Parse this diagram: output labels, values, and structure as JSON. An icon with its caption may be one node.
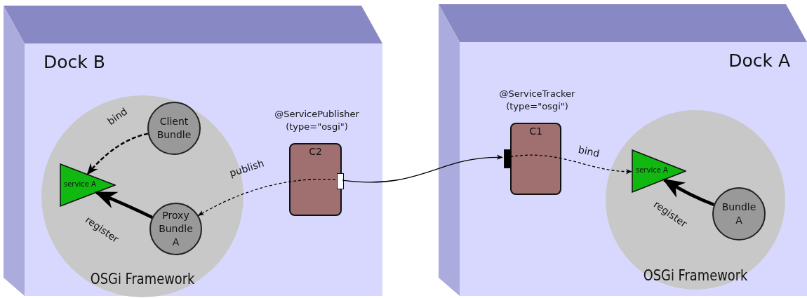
{
  "diagram": {
    "nodes": [
      {
        "text": [
          "Dock B"
        ]
      },
      {
        "text": [
          "OSGi Framework"
        ],
        "in": 0
      },
      {
        "text": [
          "Client Bundle"
        ],
        "in": 1
      },
      {
        "text": [
          "service A"
        ],
        "in": 1
      },
      {
        "text": [
          "Proxy Bundle A"
        ],
        "in": 1
      },
      {
        "text": [
          "@ServicePublisher (type=\"osgi\")",
          "C2"
        ],
        "in": 0
      },
      {
        "text": [],
        "shape": "box",
        "in": 5
      },
      {
        "text": [
          "Dock A"
        ]
      },
      {
        "text": [
          "@ServiceTracker (type=\"osgi\")",
          "C1"
        ],
        "in": 7
      },
      {
        "text": [],
        "shape": "box",
        "in": 8
      },
      {
        "text": [
          "OSGi Framework"
        ],
        "in": 7
      },
      {
        "text": [
          "service A"
        ],
        "in": 10
      },
      {
        "text": [
          "Bundle A"
        ],
        "in": 10
      }
    ],
    "edges": [
      {
        "from": 2,
        "to": 3,
        "arrow": "to",
        "label": "bind",
        "style": "dashed"
      },
      {
        "from": 4,
        "to": 3,
        "arrow": "to",
        "label": "register",
        "style": "thick"
      },
      {
        "from": 6,
        "to": 4,
        "arrow": "to",
        "label": "publish",
        "style": "dashed"
      },
      {
        "from": 6,
        "to": 9,
        "arrow": "to"
      },
      {
        "from": 9,
        "to": 11,
        "arrow": "to",
        "label": "bind",
        "style": "dashed"
      },
      {
        "from": 12,
        "to": 11,
        "arrow": "to",
        "label": "register",
        "style": "thick"
      }
    ]
  }
}
